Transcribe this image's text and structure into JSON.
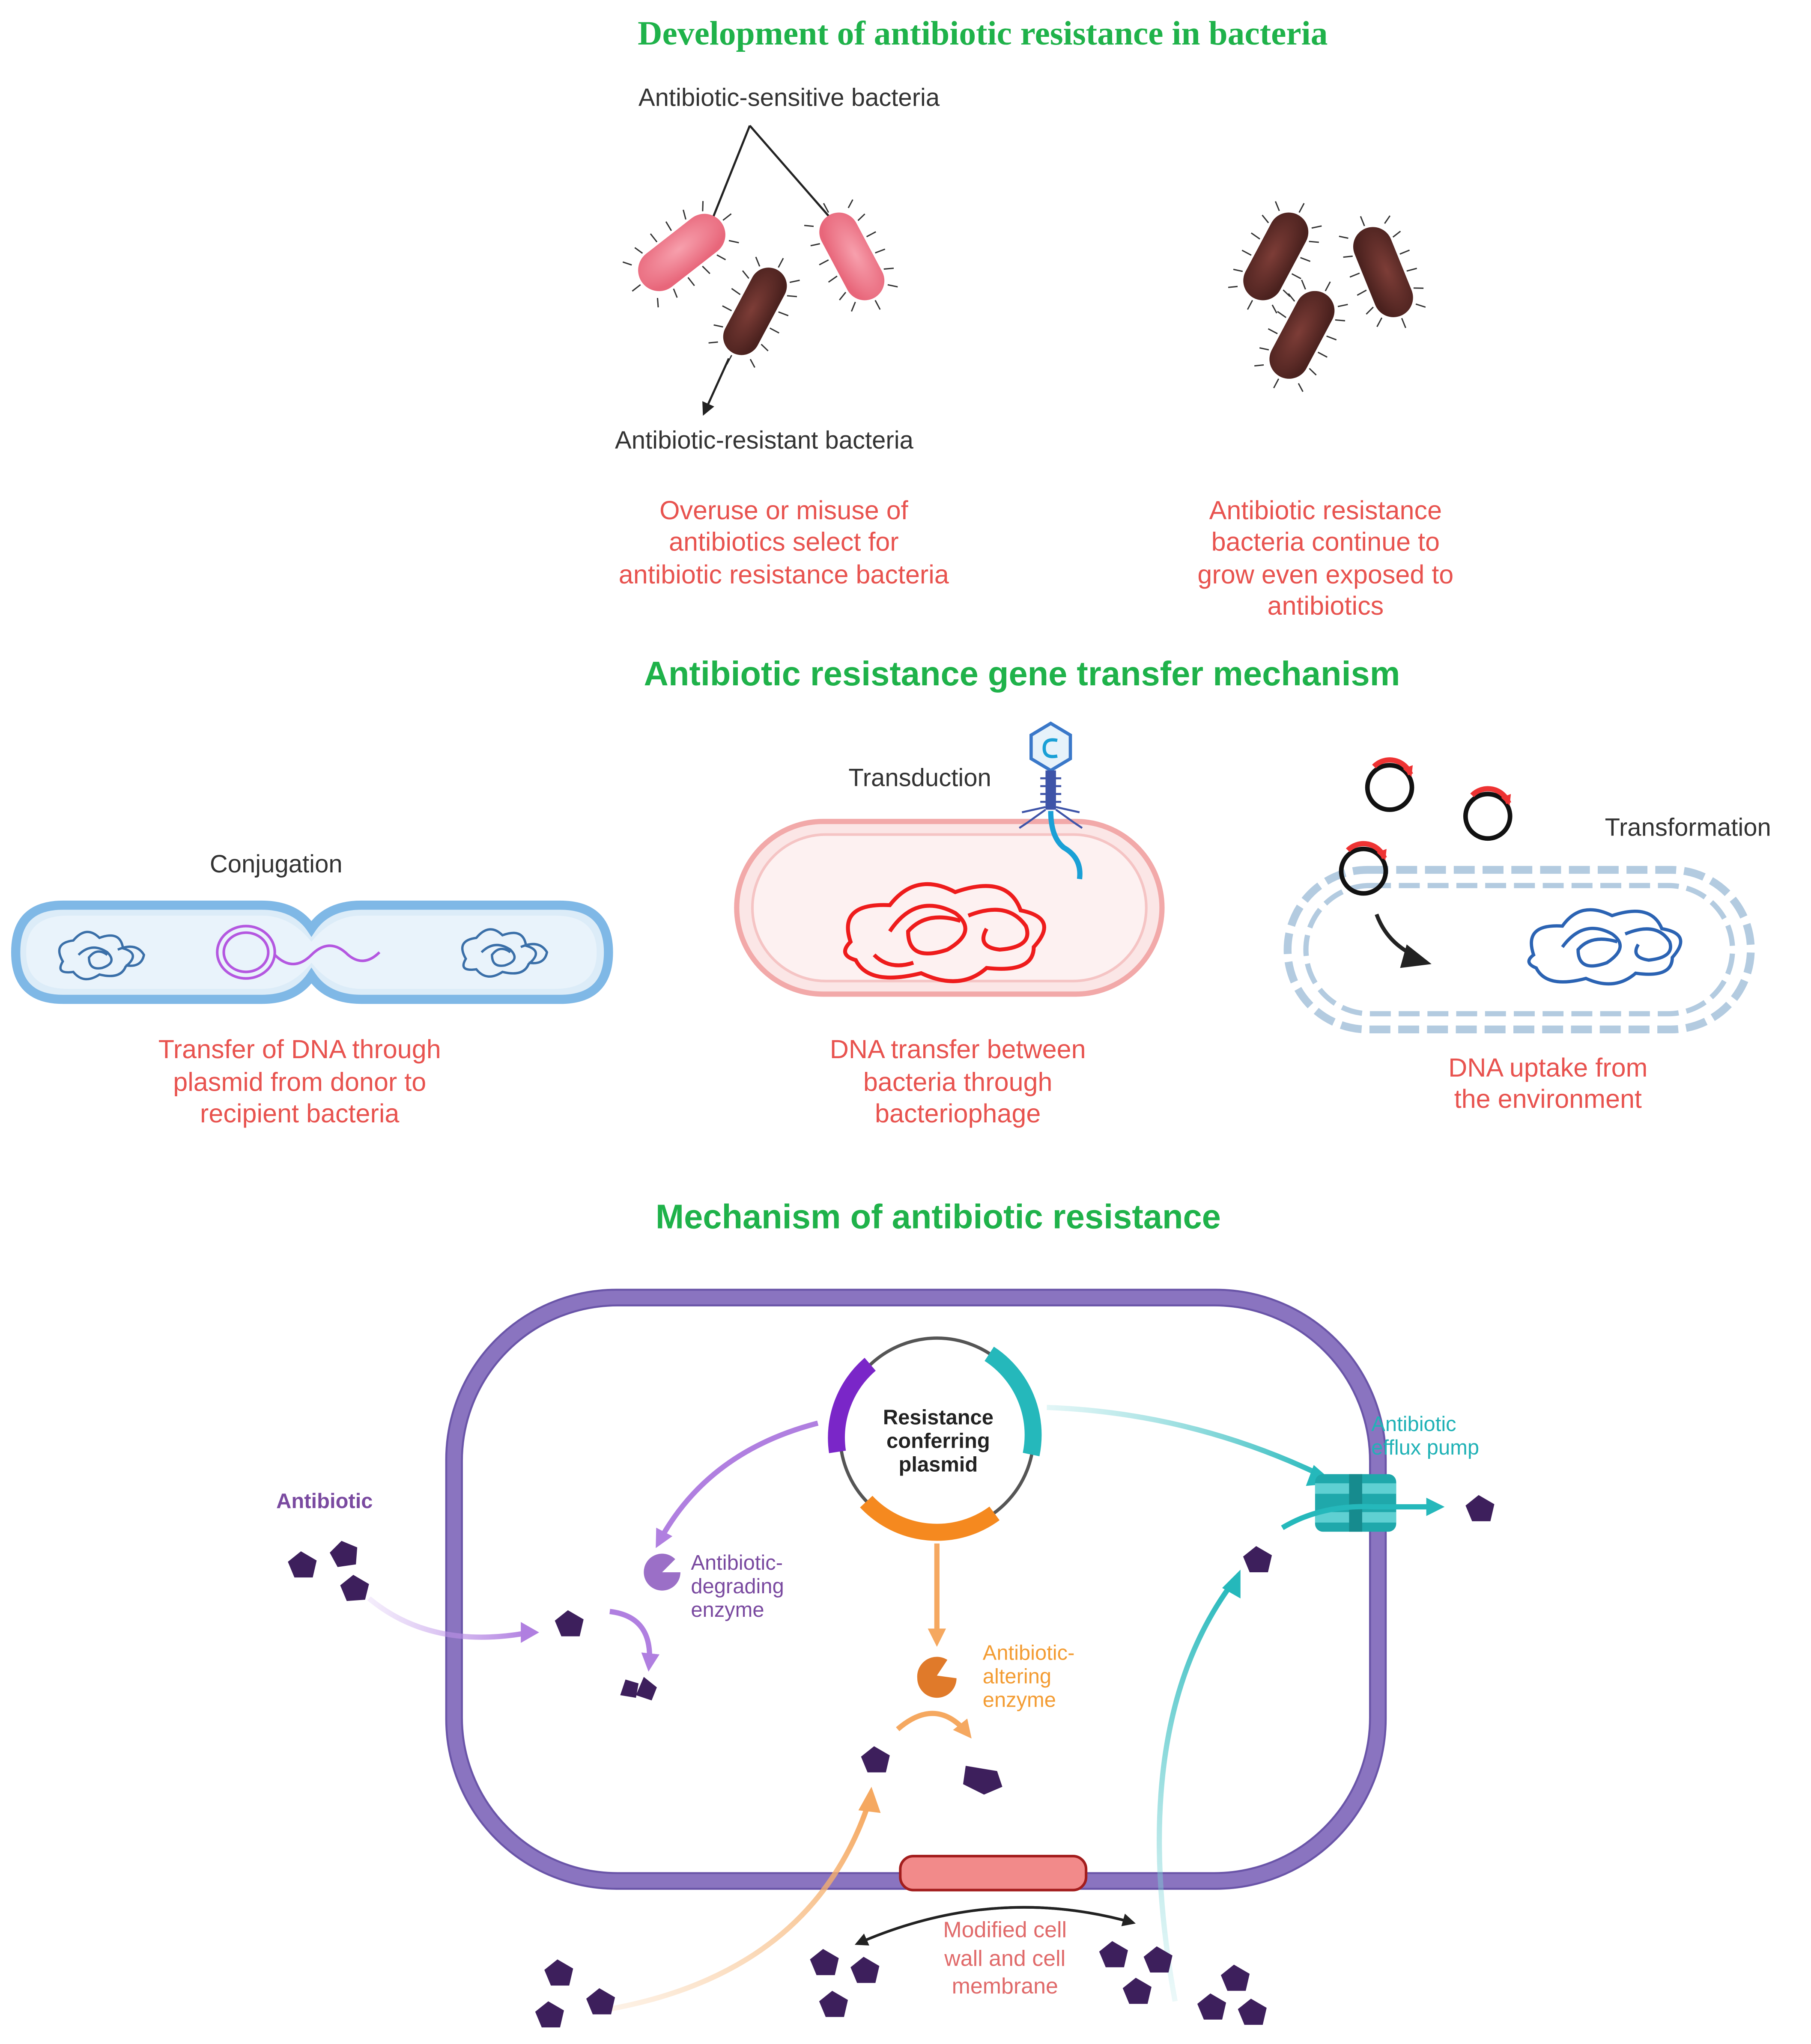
{
  "colors": {
    "green_heading": "#1fb24a",
    "red_caption": "#e8534f",
    "dark_label": "#333333",
    "purple_label": "#7a4aa0",
    "orange_label": "#f39c33",
    "teal_label": "#20b2b6",
    "salmon_label": "#e06a6a",
    "pink_bacterium": "#e8667a",
    "brown_bacterium": "#5a2a26",
    "antibiotic_molecule": "#3d1f5c",
    "cell_membrane": "#8a74c0",
    "conjugation_cell": "#7fb8e6",
    "transduction_cell": "#f2a9a9",
    "dna_red": "#ee1c1c",
    "dna_blue": "#2b63b3"
  },
  "sections": {
    "development": {
      "title": "Development of  antibiotic resistance in bacteria",
      "label_sensitive": "Antibiotic-sensitive bacteria",
      "label_resistant": "Antibiotic-resistant bacteria",
      "caption_left": [
        "Overuse or misuse of",
        "antibiotics select for",
        "antibiotic resistance bacteria"
      ],
      "caption_right": [
        "Antibiotic resistance",
        "bacteria continue to",
        "grow even exposed to",
        "antibiotics"
      ]
    },
    "gene_transfer": {
      "title": "Antibiotic resistance gene transfer mechanism",
      "conjugation": {
        "label": "Conjugation",
        "caption": [
          "Transfer of DNA through",
          "plasmid from donor to",
          "recipient bacteria"
        ]
      },
      "transduction": {
        "label": "Transduction",
        "caption": [
          "DNA transfer between",
          "bacteria through",
          "bacteriophage"
        ]
      },
      "transformation": {
        "label": "Transformation",
        "caption": [
          "DNA uptake from",
          "the environment"
        ]
      }
    },
    "mechanism": {
      "title": "Mechanism of antibiotic resistance",
      "plasmid_label": [
        "Resistance",
        "conferring",
        "plasmid"
      ],
      "antibiotic_label": "Antibiotic",
      "degrading_enzyme": [
        "Antibiotic-",
        "degrading",
        "enzyme"
      ],
      "altering_enzyme": [
        "Antibiotic-",
        "altering",
        "enzyme"
      ],
      "efflux_pump": [
        "Antibiotic",
        "efflux pump"
      ],
      "modified_wall": [
        "Modified cell",
        "wall and cell",
        "membrane"
      ]
    }
  }
}
